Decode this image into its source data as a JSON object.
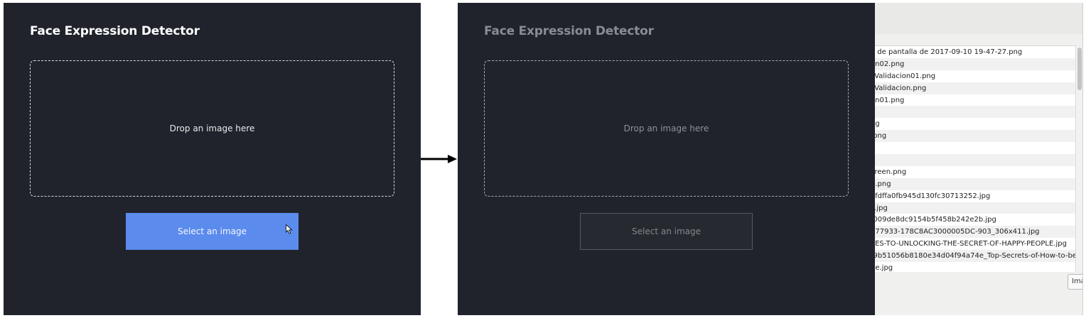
{
  "before": {
    "title": "Face Expression Detector",
    "dropzone_text": "Drop an image here",
    "select_button": "Select an image"
  },
  "after": {
    "title": "Face Expression Detector",
    "dropzone_text": "Drop an image here",
    "select_button": "Select an image"
  },
  "file_dialog": {
    "files": [
      "o de pantalla de 2017-09-10 19-47-27.png",
      "on02.png",
      "sValidacion01.png",
      "sValidacion.png",
      "on01.png",
      "",
      "ng",
      ".png",
      "g",
      "",
      "creen.png",
      "p.png",
      "afdffa0fb945d130fc30713252.jpg",
      "s.jpg",
      ":009de8dc9154b5f458b242e2b.jpg",
      "277933-178C8AC3000005DC-903_306x411.jpg",
      "TES-TO-UNLOCKING-THE-SECRET-OF-HAPPY-PEOPLE.jpg",
      "f9b51056b8180e34d04f94a74e_Top-Secrets-of-How-to-be-...",
      "pe.jpg"
    ],
    "filter_button": "Ima"
  },
  "colors": {
    "panel_bg": "#20232b",
    "accent_button": "#5b8bec"
  }
}
